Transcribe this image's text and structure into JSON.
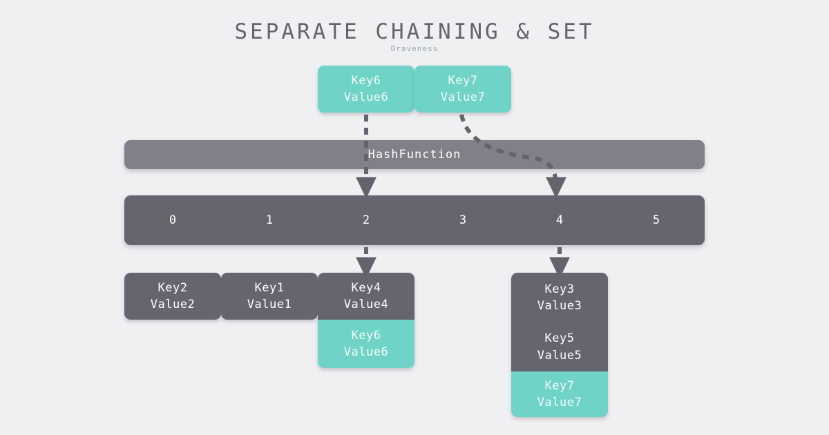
{
  "header": {
    "title": "SEPARATE CHAINING & SET",
    "subtitle": "Draveness"
  },
  "colors": {
    "background": "#eff0f2",
    "accent_teal": "#6fd3c6",
    "node_gray": "#66656f",
    "hash_bar_gray": "#818089",
    "title_gray": "#64646f",
    "subtitle_gray": "#9b9eab",
    "arrow_gray": "#63636e"
  },
  "incoming_entries": [
    {
      "key": "Key6",
      "value": "Value6",
      "color": "teal",
      "bucket": "2"
    },
    {
      "key": "Key7",
      "value": "Value7",
      "color": "teal",
      "bucket": "4"
    }
  ],
  "hash_function": {
    "label": "HashFunction"
  },
  "bucket_array": {
    "indices": [
      "0",
      "1",
      "2",
      "3",
      "4",
      "5"
    ]
  },
  "chains": [
    {
      "bucket": "0",
      "entries": [
        {
          "key": "Key2",
          "value": "Value2",
          "color": "gray"
        }
      ]
    },
    {
      "bucket": "1",
      "entries": [
        {
          "key": "Key1",
          "value": "Value1",
          "color": "gray"
        }
      ]
    },
    {
      "bucket": "2",
      "entries": [
        {
          "key": "Key4",
          "value": "Value4",
          "color": "gray"
        },
        {
          "key": "Key6",
          "value": "Value6",
          "color": "teal"
        }
      ]
    },
    {
      "bucket": "4",
      "entries": [
        {
          "key": "Key3",
          "value": "Value3",
          "color": "gray"
        },
        {
          "key": "Key5",
          "value": "Value5",
          "color": "gray"
        },
        {
          "key": "Key7",
          "value": "Value7",
          "color": "teal"
        }
      ]
    }
  ]
}
